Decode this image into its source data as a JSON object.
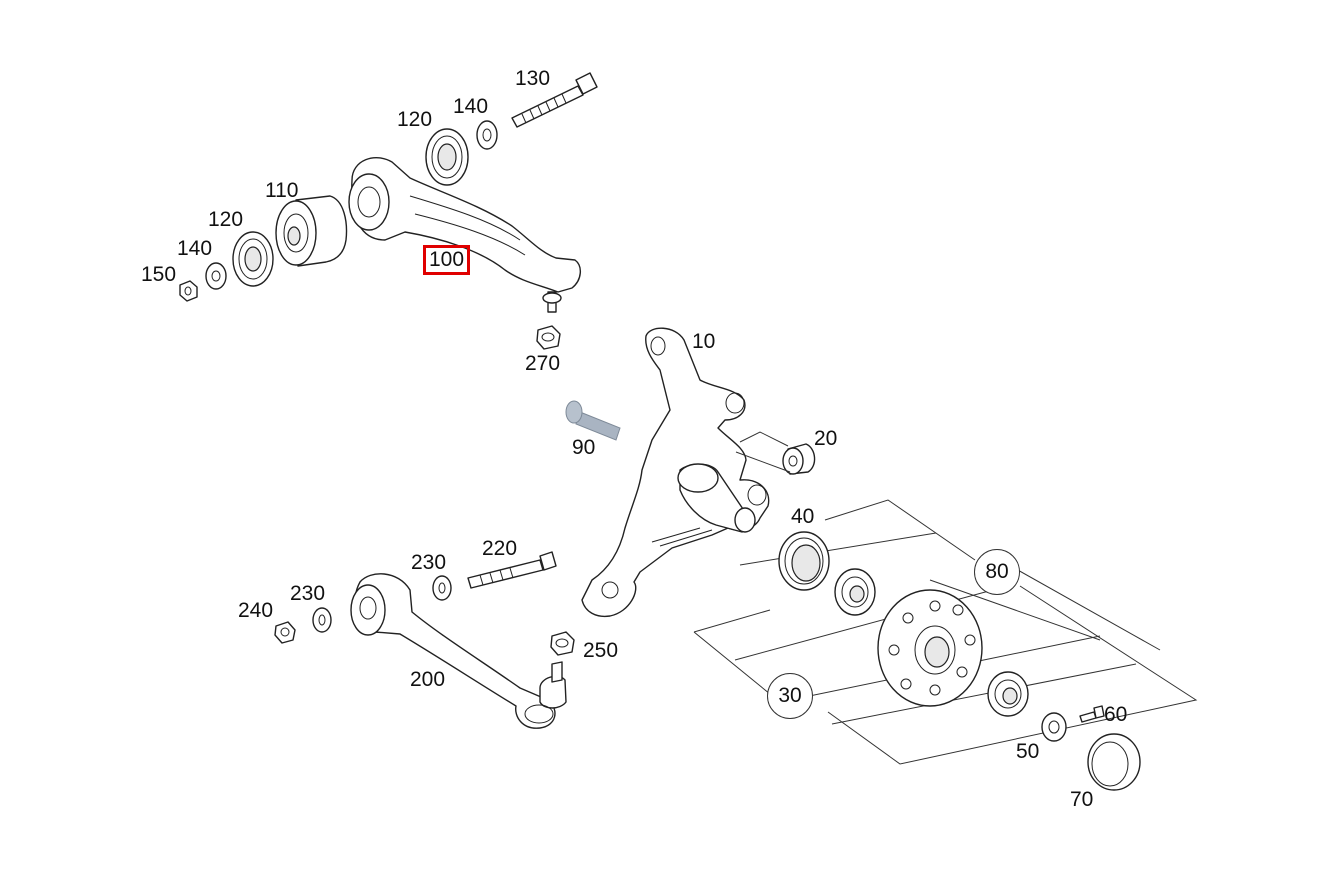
{
  "colors": {
    "highlight": "#e00000",
    "line": "#222222",
    "bolt_gray": "#a9b4c2"
  },
  "callouts": {
    "p10": "10",
    "p20": "20",
    "p30": "30",
    "p40": "40",
    "p50": "50",
    "p60": "60",
    "p70": "70",
    "p80": "80",
    "p90": "90",
    "p100": "100",
    "p110": "110",
    "p120a": "120",
    "p120b": "120",
    "p130": "130",
    "p140a": "140",
    "p140b": "140",
    "p150": "150",
    "p200": "200",
    "p220": "220",
    "p230a": "230",
    "p230b": "230",
    "p240": "240",
    "p250": "250",
    "p270": "270"
  },
  "selected_part": "100"
}
